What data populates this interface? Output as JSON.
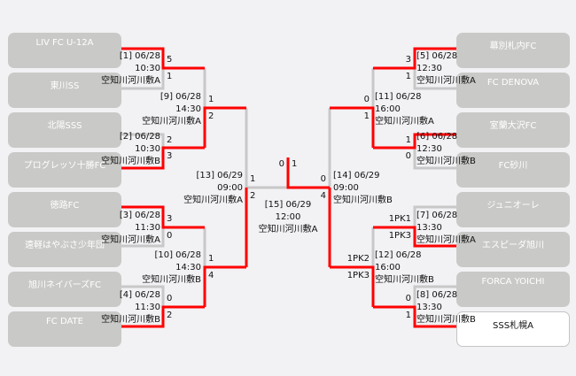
{
  "teams_left": [
    "LIV FC U-12A",
    "東川SS",
    "北陽SSS",
    "プログレッソ十勝FC",
    "徳路FC",
    "遠軽はやぶさ少年団",
    "旭川ネイバーズFC",
    "FC DATE"
  ],
  "teams_right": [
    "幕別札内FC",
    "FC DENOVA",
    "室蘭大沢FC",
    "FC砂川",
    "ジュニオーレ",
    "エスピーダ旭川",
    "FORCA YOICHI",
    "SSS札幌A"
  ],
  "matches": {
    "m1": {
      "label": "[1] 06/28",
      "time": "10:30",
      "venue": "空知川河川敷A",
      "s1": "5",
      "s2": "1"
    },
    "m2": {
      "label": "[2] 06/28",
      "time": "10:30",
      "venue": "空知川河川敷B",
      "s1": "2",
      "s2": "3"
    },
    "m3": {
      "label": "[3] 06/28",
      "time": "11:30",
      "venue": "空知川河川敷A",
      "s1": "3",
      "s2": "0"
    },
    "m4": {
      "label": "[4] 06/28",
      "time": "11:30",
      "venue": "空知川河川敷B",
      "s1": "0",
      "s2": "2"
    },
    "m5": {
      "label": "[5] 06/28",
      "time": "12:30",
      "venue": "空知川河川敷A",
      "s1": "3",
      "s2": "1"
    },
    "m6": {
      "label": "[6] 06/28",
      "time": "12:30",
      "venue": "空知川河川敷B",
      "s1": "1",
      "s2": "0"
    },
    "m7": {
      "label": "[7] 06/28",
      "time": "13:30",
      "venue": "空知川河川敷A",
      "s1": "1PK1",
      "s2": "1PK3"
    },
    "m8": {
      "label": "[8] 06/28",
      "time": "13:30",
      "venue": "空知川河川敷B",
      "s1": "0",
      "s2": "1"
    },
    "m9": {
      "label": "[9] 06/28",
      "time": "14:30",
      "venue": "空知川河川敷A",
      "s1": "1",
      "s2": "2"
    },
    "m10": {
      "label": "[10] 06/28",
      "time": "14:30",
      "venue": "空知川河川敷B",
      "s1": "1",
      "s2": "4"
    },
    "m11": {
      "label": "[11] 06/28",
      "time": "16:00",
      "venue": "空知川河川敷A",
      "s1": "0",
      "s2": "1"
    },
    "m12": {
      "label": "[12] 06/28",
      "time": "16:00",
      "venue": "空知川河川敷B",
      "s1": "1PK2",
      "s2": "1PK3"
    },
    "m13": {
      "label": "[13] 06/29",
      "time": "09:00",
      "venue": "空知川河川敷A",
      "s1": "1",
      "s2": "2"
    },
    "m14": {
      "label": "[14] 06/29",
      "time": "09:00",
      "venue": "空知川河川敷B",
      "s1": "0",
      "s2": "4"
    },
    "m15": {
      "label": "[15] 06/29",
      "time": "12:00",
      "venue": "空知川河川敷A",
      "s1": "0",
      "s2": "1"
    }
  },
  "colors": {
    "win_line": "#ff0000",
    "line": "#c8c8c8",
    "team_box": "#c9cac7"
  }
}
